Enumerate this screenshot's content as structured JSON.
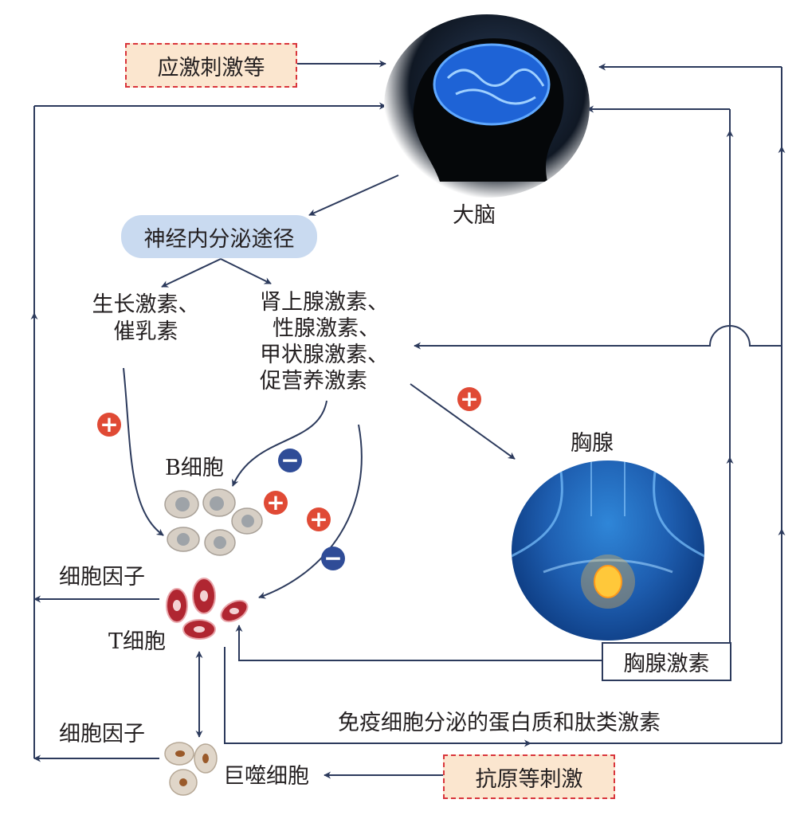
{
  "labels": {
    "stress": "应激刺激等",
    "brain": "大脑",
    "neuro_pathway": "神经内分泌途径",
    "gh_prl": [
      "生长激素、",
      "催乳素"
    ],
    "hormones": [
      "肾上腺激素、",
      "性腺激素、",
      "甲状腺激素、",
      "促营养激素"
    ],
    "thymus": "胸腺",
    "thymus_hormone": "胸腺激素",
    "b_cell": "B细胞",
    "t_cell": "T细胞",
    "cytokine_t": "细胞因子",
    "cytokine_m": "细胞因子",
    "macrophage": "巨噬细胞",
    "immune_secreted": "免疫细胞分泌的蛋白质和肽类激素",
    "antigen": "抗原等刺激"
  },
  "signs": {
    "plus": "+",
    "minus": "−"
  },
  "colors": {
    "arrow": "#2c3a5c",
    "plus": "#e04a35",
    "minus": "#2f4c97",
    "pill": "#c9daf0",
    "dashed_box_fill": "#fbe6cf",
    "dashed_box_border": "#d9353b"
  }
}
